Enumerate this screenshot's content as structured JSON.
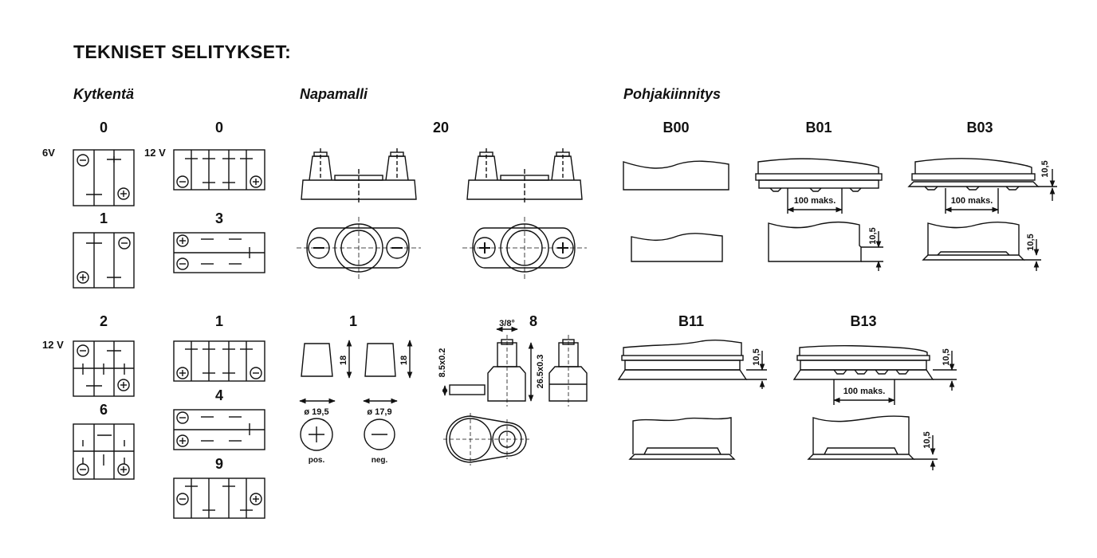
{
  "title": "TEKNISET SELITYKSET:",
  "sections": {
    "kytkenta": "Kytkentä",
    "napamalli": "Napamalli",
    "pohjakiinnitys": "Pohjakiinnitys"
  },
  "voltages": {
    "v6": "6V",
    "v12_top": "12 V",
    "v12_bottom": "12 V"
  },
  "connection_codes": {
    "c0_6v": "0",
    "c0_12v": "0",
    "c1_6v": "1",
    "c3": "3",
    "c2": "2",
    "c1_12v": "1",
    "c4": "4",
    "c6": "6",
    "c9": "9"
  },
  "terminal_codes": {
    "t20": "20",
    "t1": "1",
    "t8": "8"
  },
  "terminal_dims": {
    "pos_diameter": "ø 19,5",
    "neg_diameter": "ø 17,9",
    "height_pos": "18",
    "height_neg": "18",
    "pos_label": "pos.",
    "neg_label": "neg.",
    "angle": "3/8°",
    "dim_a": "8.5x0.2",
    "dim_b": "26.5x0.3"
  },
  "base_codes": {
    "b00": "B00",
    "b01": "B01",
    "b03": "B03",
    "b11": "B11",
    "b13": "B13"
  },
  "base_dims": {
    "max_b01": "100 maks.",
    "max_b03": "100 maks.",
    "max_b13": "100 maks.",
    "h_b01": "10,5",
    "h_b03_top": "10,5",
    "h_b03_bottom": "10,5",
    "h_b11": "10,5",
    "h_b13_top": "10,5",
    "h_b13_bottom": "10,5"
  }
}
